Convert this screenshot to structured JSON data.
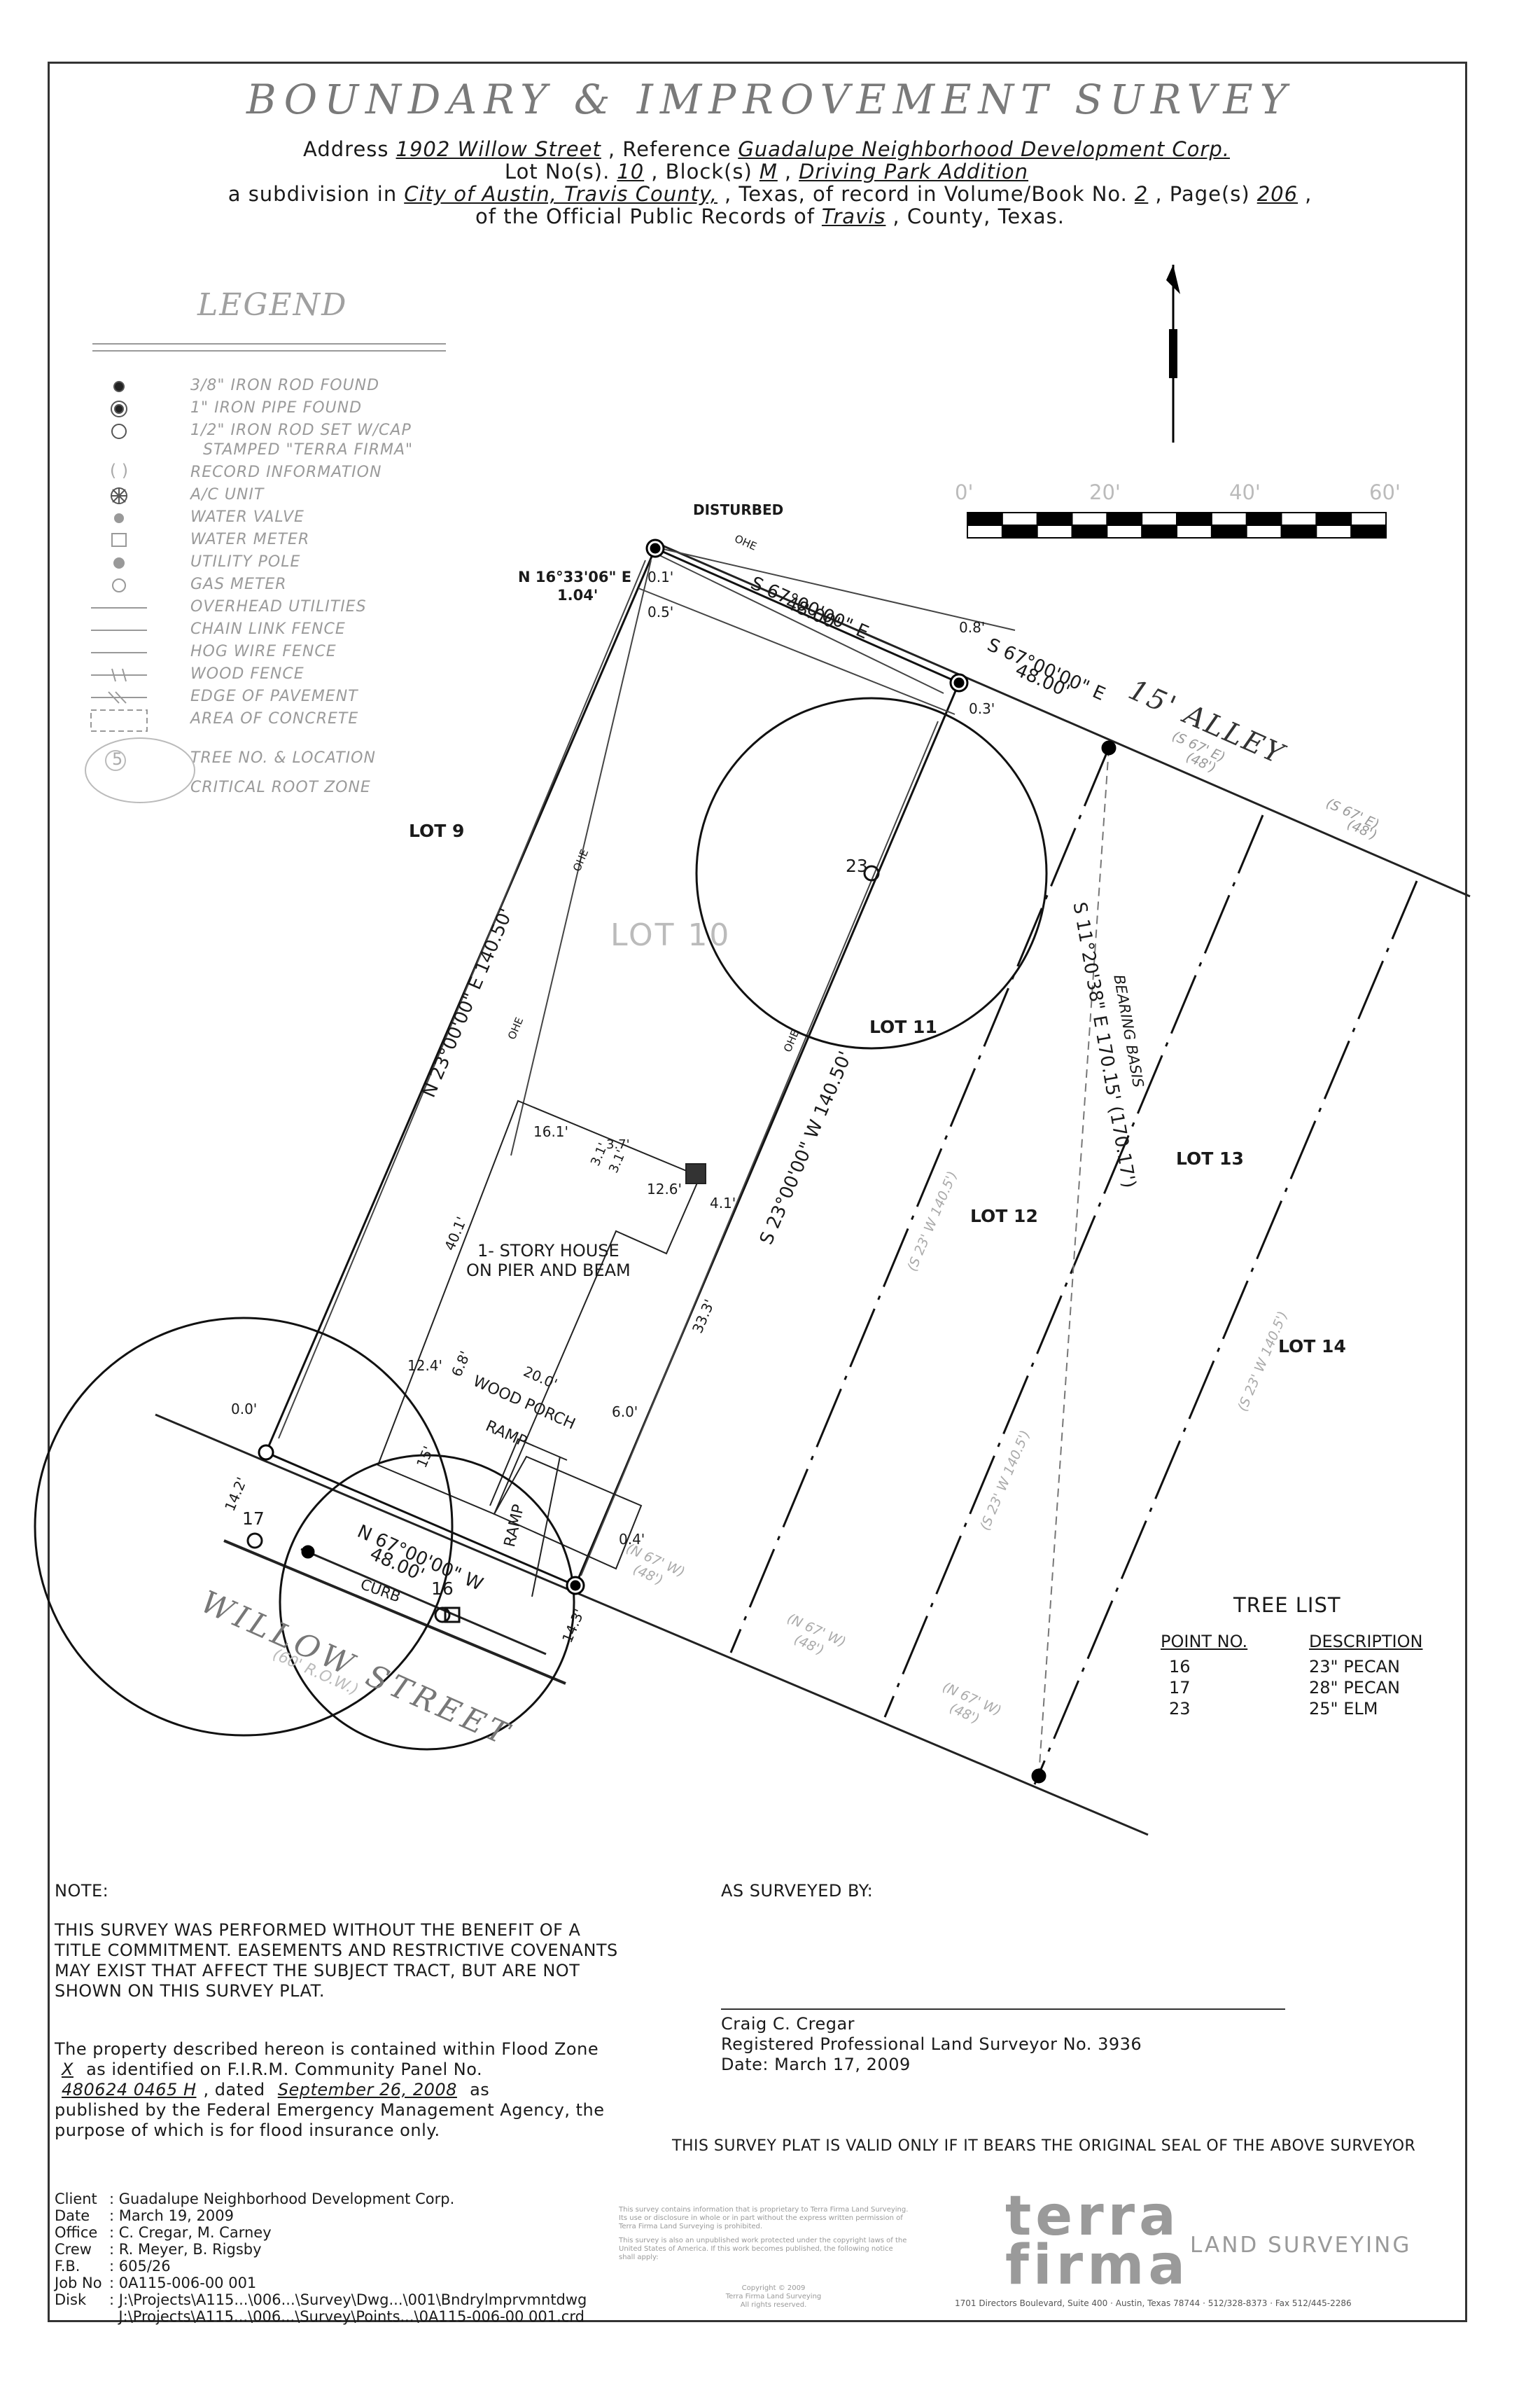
{
  "title": "BOUNDARY & IMPROVEMENT SURVEY",
  "header": {
    "line1": {
      "p1": "Address",
      "address": "1902 Willow Street",
      "p2": ", Reference",
      "reference": "Guadalupe Neighborhood Development Corp."
    },
    "line2": {
      "p1": "Lot No(s).",
      "lot": "10",
      "p2": ", Block(s)",
      "block": "M",
      "p3": ",",
      "addition": "Driving Park Addition"
    },
    "line3": {
      "p1": "a subdivision in",
      "city": "City of Austin, Travis County,",
      "p2": ", Texas, of record in Volume/Book No.",
      "volume": "2",
      "p3": ", Page(s)",
      "page": "206",
      "p4": ","
    },
    "line4": {
      "p1": "of the Official Public Records of",
      "county": "Travis",
      "p2": ", County, Texas."
    }
  },
  "legend": {
    "title": "LEGEND",
    "items": [
      "3/8\" IRON ROD FOUND",
      "1\" IRON PIPE FOUND",
      "1/2\" IRON ROD SET W/CAP",
      "STAMPED \"TERRA FIRMA\"",
      "RECORD INFORMATION",
      "A/C UNIT",
      "WATER VALVE",
      "WATER METER",
      "UTILITY POLE",
      "GAS METER",
      "OVERHEAD UTILITIES",
      "CHAIN LINK FENCE",
      "HOG WIRE FENCE",
      "WOOD FENCE",
      "EDGE OF PAVEMENT",
      "AREA OF CONCRETE",
      "TREE NO. & LOCATION",
      "CRITICAL ROOT ZONE"
    ],
    "record_symbol": "(    )",
    "tree_symbol": "5"
  },
  "scale": {
    "labels": [
      "0'",
      "20'",
      "40'",
      "60'"
    ]
  },
  "map": {
    "disturbed": "DISTURBED",
    "tie_bearing": "N 16°33'06\" E",
    "tie_distance": "1.04'",
    "north_bearing": "S 67°00'00\" E",
    "north_distance": "48.00'",
    "alley": "15' ALLEY",
    "alley_record": "(S 67' E)",
    "alley_record_dist": "(48')",
    "east_bearing": "S 23°00'00\" W 140.50'",
    "west_bearing": "N 23°00'00\" E 140.50'",
    "south_bearing": "N 67°00'00\" W",
    "south_distance": "48.00'",
    "basis_label": "BEARING BASIS",
    "basis_bearing": "S 11°20'38\" E 170.15' (170.17')",
    "record_sw": "(S 23' W 140.5')",
    "record_nw": "(N 67' W)",
    "record_48": "(48')",
    "street": "WILLOW STREET",
    "row": "(60' R.O.W.)",
    "house": [
      "1- STORY HOUSE",
      "ON PIER AND BEAM"
    ],
    "wood_porch": "WOOD PORCH",
    "ramp": "RAMP",
    "curb": "CURB",
    "ohe": "OHE",
    "dims": [
      "0.1'",
      "0.5'",
      "0.8'",
      "0.3'",
      "16.1'",
      "3.7'",
      "3.1'",
      "3.1'",
      "12.6'",
      "4.1'",
      "40.1'",
      "33.3'",
      "12.4'",
      "6.8'",
      "20.0'",
      "6.0'",
      "0.0'",
      "14.2'",
      "14.3'",
      "0.4'",
      "15'"
    ],
    "lots": [
      "LOT 9",
      "LOT 10",
      "LOT 11",
      "LOT 12",
      "LOT 13",
      "LOT 14"
    ],
    "tree_numbers": [
      "16",
      "17",
      "23"
    ]
  },
  "tree_list": {
    "title": "TREE LIST",
    "headers": [
      "POINT NO.",
      "DESCRIPTION"
    ],
    "rows": [
      {
        "point": "16",
        "description": "23\" PECAN"
      },
      {
        "point": "17",
        "description": "28\" PECAN"
      },
      {
        "point": "23",
        "description": "25\" ELM"
      }
    ]
  },
  "note": {
    "heading": "NOTE:",
    "lines": [
      "THIS SURVEY WAS PERFORMED WITHOUT THE BENEFIT OF A",
      "TITLE COMMITMENT. EASEMENTS AND RESTRICTIVE COVENANTS",
      "MAY EXIST THAT AFFECT THE SUBJECT TRACT, BUT ARE NOT",
      "SHOWN ON THIS SURVEY PLAT."
    ],
    "flood": {
      "l1": "The property described hereon is contained within Flood Zone",
      "zone": "X",
      "l2": "as identified on F.I.R.M. Community Panel No.",
      "panel": "480624 0465 H",
      "l3a": ", dated",
      "date": "September 26, 2008",
      "l3b": "as",
      "l4": "published by the Federal Emergency Management Agency, the",
      "l5": "purpose of which is for flood insurance only."
    }
  },
  "surveyor": {
    "heading": "AS SURVEYED BY:",
    "name": "Craig C. Cregar",
    "license": "Registered Professional Land Surveyor No. 3936",
    "date": "Date:  March 17, 2009",
    "validity": "THIS SURVEY PLAT IS VALID ONLY IF IT BEARS THE ORIGINAL SEAL OF THE ABOVE SURVEYOR"
  },
  "info": {
    "rows": [
      {
        "label": "Client",
        "value": "Guadalupe Neighborhood Development Corp."
      },
      {
        "label": "Date",
        "value": "March 19, 2009"
      },
      {
        "label": "Office",
        "value": "C. Cregar, M. Carney"
      },
      {
        "label": "Crew",
        "value": "R. Meyer, B. Rigsby"
      },
      {
        "label": "F.B.",
        "value": "605/26"
      },
      {
        "label": "Job No",
        "value": "0A115-006-00 001"
      },
      {
        "label": "Disk",
        "value": "J:\\Projects\\A115...\\006...\\Survey\\Dwg...\\001\\Bndrylmprvmntdwg"
      }
    ],
    "disk2": "J:\\Projects\\A115...\\006...\\Survey\\Points...\\0A115-006-00 001.crd"
  },
  "fineprint": {
    "p1": [
      "This survey contains information that is proprietary to Terra Firma Land Surveying.",
      "Its use or disclosure in whole or in part without the express written permission of",
      "Terra Firma Land Surveying is prohibited."
    ],
    "p2": [
      "This survey is also an unpublished work protected under the copyright laws of the",
      "United States of America. If this work becomes published, the following notice",
      "shall apply:"
    ],
    "p3": [
      "Copyright © 2009",
      "Terra Firma Land Surveying",
      "All rights reserved."
    ]
  },
  "company": {
    "logo1": "terra",
    "logo2": "firma",
    "tagline": "LAND SURVEYING",
    "address": "1701 Directors Boulevard, Suite 400 · Austin, Texas 78744 · 512/328-8373 · Fax 512/445-2286"
  }
}
